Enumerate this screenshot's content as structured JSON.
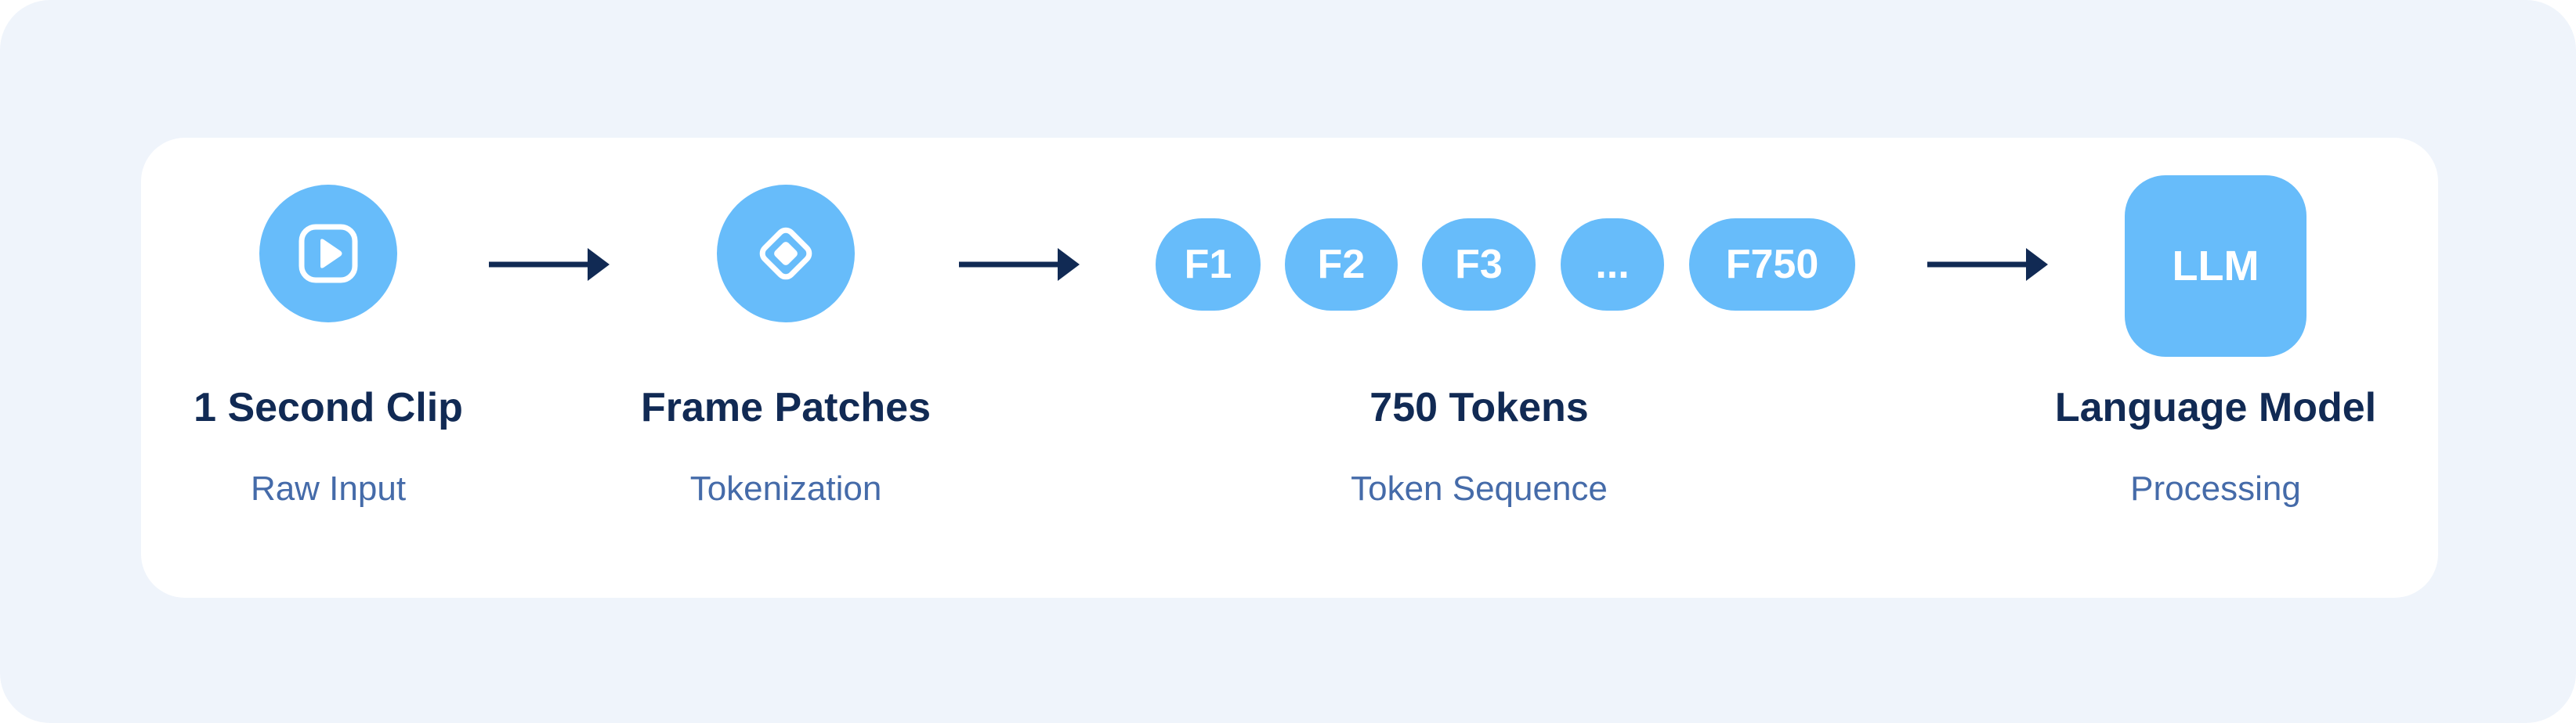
{
  "stages": [
    {
      "title": "1 Second Clip",
      "subtitle": "Raw Input",
      "icon": "play-video-icon"
    },
    {
      "title": "Frame Patches",
      "subtitle": "Tokenization",
      "icon": "diamond-patch-icon"
    },
    {
      "title": "750 Tokens",
      "subtitle": "Token Sequence"
    },
    {
      "title": "Language Model",
      "subtitle": "Processing"
    }
  ],
  "tokens": [
    "F1",
    "F2",
    "F3",
    "...",
    "F750"
  ],
  "llm_label": "LLM",
  "colors": {
    "background": "#eff4fb",
    "card": "#ffffff",
    "accent": "#67bcfa",
    "title": "#112a54",
    "subtitle": "#456ba9",
    "arrow": "#112a54"
  }
}
